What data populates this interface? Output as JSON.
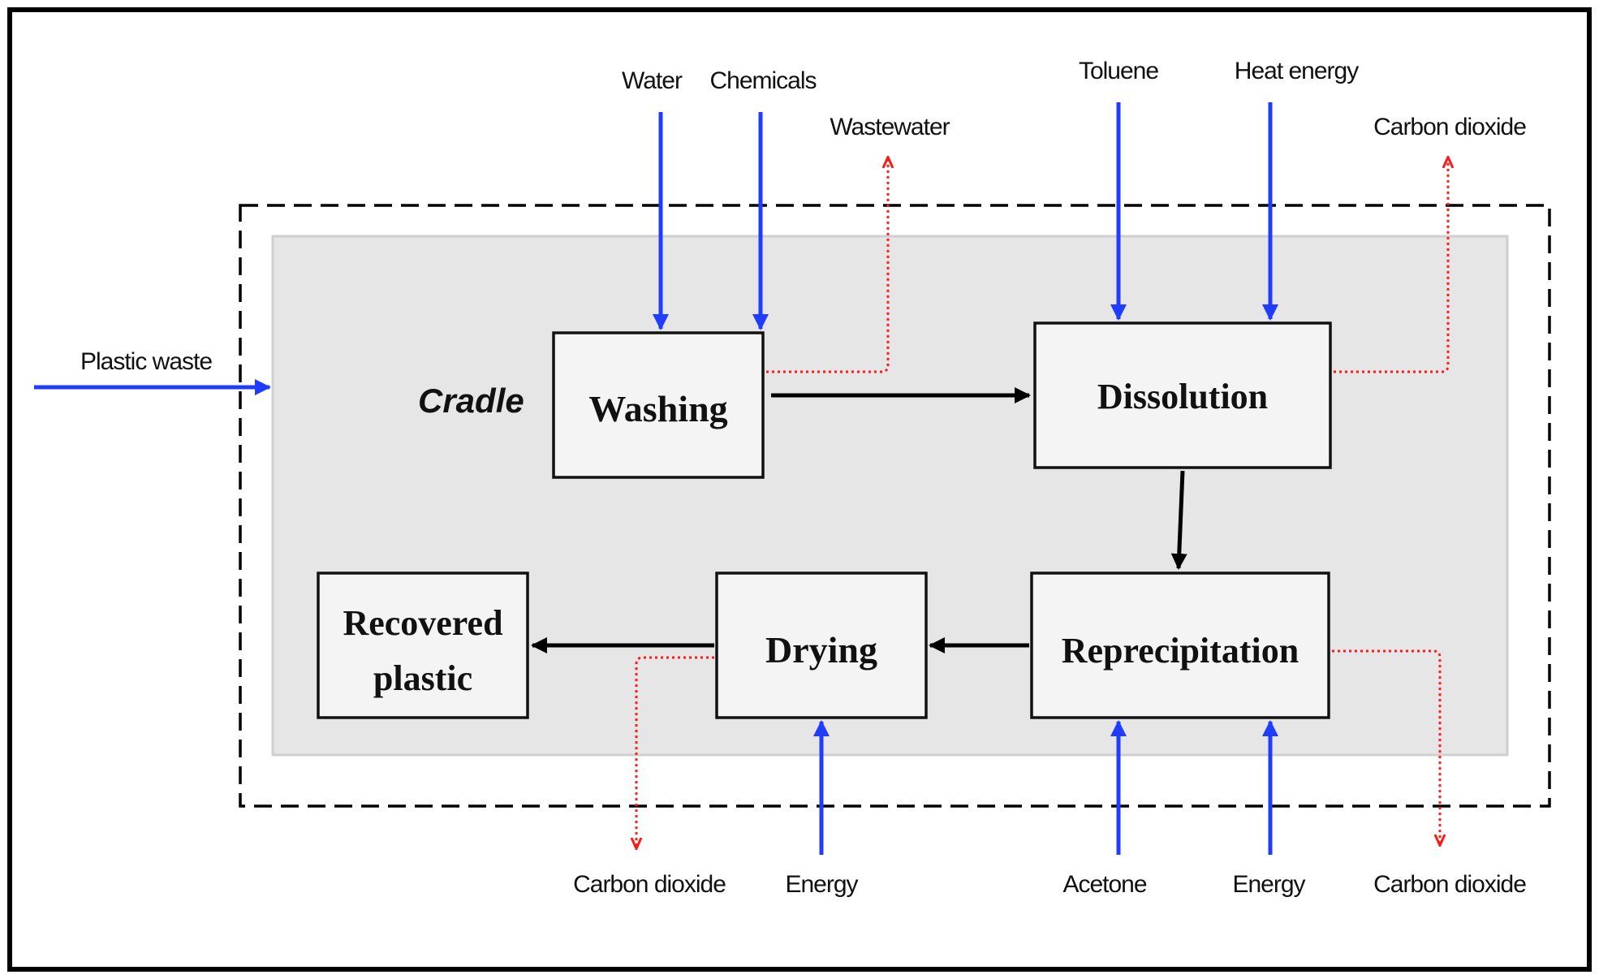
{
  "diagram": {
    "cradle_label": "Cradle",
    "processes": {
      "washing": "Washing",
      "dissolution": "Dissolution",
      "reprecipitation": "Reprecipitation",
      "drying": "Drying",
      "recovered_line1": "Recovered",
      "recovered_line2": "plastic"
    },
    "inputs": {
      "plastic_waste": "Plastic waste",
      "water": "Water",
      "chemicals": "Chemicals",
      "toluene": "Toluene",
      "heat_energy": "Heat energy",
      "acetone": "Acetone",
      "energy_reprecipitation": "Energy",
      "energy_drying": "Energy"
    },
    "outputs": {
      "wastewater": "Wastewater",
      "co2_dissolution": "Carbon dioxide",
      "co2_reprecipitation": "Carbon dioxide",
      "co2_drying": "Carbon dioxide"
    },
    "colors": {
      "input_flow": "#1f3cff",
      "emission_flow": "#ff1a1a",
      "process_flow": "#000000",
      "inner_region": "#e6e6e6",
      "box_fill": "#f4f4f4"
    }
  }
}
